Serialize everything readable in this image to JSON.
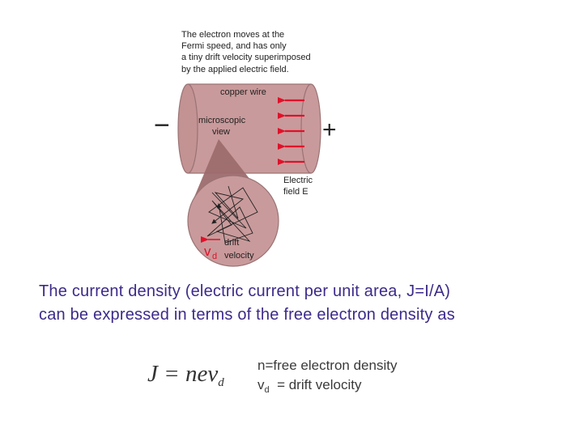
{
  "diagram": {
    "caption_lines": [
      "The electron moves at the",
      "Fermi speed, and has only",
      "a tiny drift velocity superimposed",
      "by the applied electric field."
    ],
    "wire_label": "copper wire",
    "microscopic_lines": [
      "microscopic",
      "view"
    ],
    "minus_sign": "−",
    "plus_sign": "+",
    "field_lines": [
      "Electric",
      "field  E"
    ],
    "drift_lines": [
      "drift",
      "velocity"
    ],
    "vd_symbol": "v",
    "vd_subscript": "d",
    "colors": {
      "wire_fill": "#c99a9b",
      "wire_stroke": "#9a7374",
      "field_arrow": "#e0112a",
      "description_text": "#3d2a8a"
    }
  },
  "description": {
    "line1": "The current density (electric current per unit area, J=I/A)",
    "line2": "can be expressed in terms of the free electron density as"
  },
  "formula": {
    "lhs": "J = nev",
    "subscript": "d"
  },
  "definitions": {
    "n_line": "n=free electron density",
    "vd_symbol": "v",
    "vd_subscript": "d",
    "vd_rest": "  = drift velocity"
  }
}
